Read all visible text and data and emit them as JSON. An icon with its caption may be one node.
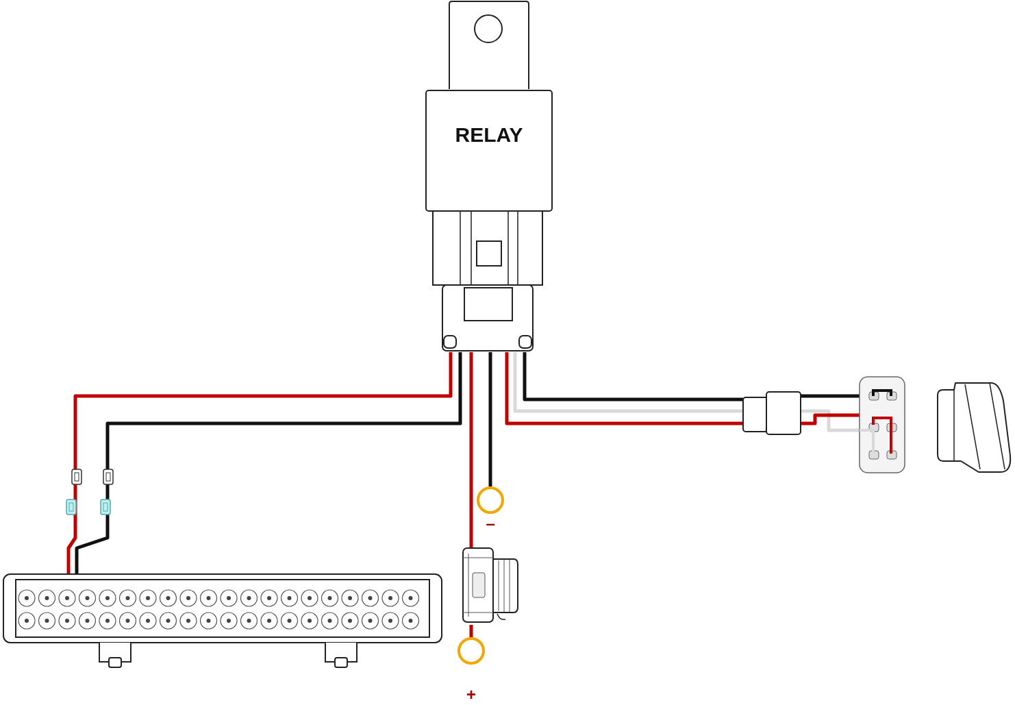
{
  "diagram": {
    "nodes": [
      {
        "text": [
          "RELAY"
        ]
      },
      {
        "text": [],
        "shape": "picture"
      },
      {
        "text": [],
        "shape": "circle",
        "beside": [
          "–"
        ]
      },
      {
        "text": [],
        "shape": "picture"
      },
      {
        "text": [],
        "shape": "circle",
        "beside": [
          "+"
        ]
      },
      {
        "text": [],
        "shape": "box"
      },
      {
        "text": [],
        "shape": "picture"
      },
      {
        "text": [],
        "shape": "picture"
      }
    ],
    "edges": [
      {
        "from": 0,
        "to": 1,
        "arrow": "none"
      },
      {
        "from": 0,
        "to": 1,
        "arrow": "none",
        "color": "#111111"
      },
      {
        "from": 0,
        "to": 3,
        "arrow": "none"
      },
      {
        "from": 0,
        "to": 2,
        "arrow": "none",
        "color": "#111111"
      },
      {
        "from": 3,
        "to": 4,
        "arrow": "none"
      },
      {
        "from": 0,
        "to": 5,
        "arrow": "none",
        "color": "#111111"
      },
      {
        "from": 0,
        "to": 5,
        "arrow": "none",
        "color": "#d9d9d9"
      },
      {
        "from": 0,
        "to": 5,
        "arrow": "none"
      },
      {
        "from": 5,
        "to": 6,
        "arrow": "none",
        "color": "#111111"
      },
      {
        "from": 5,
        "to": 6,
        "arrow": "none",
        "color": "#d9d9d9"
      },
      {
        "from": 5,
        "to": 6,
        "arrow": "none"
      }
    ]
  }
}
